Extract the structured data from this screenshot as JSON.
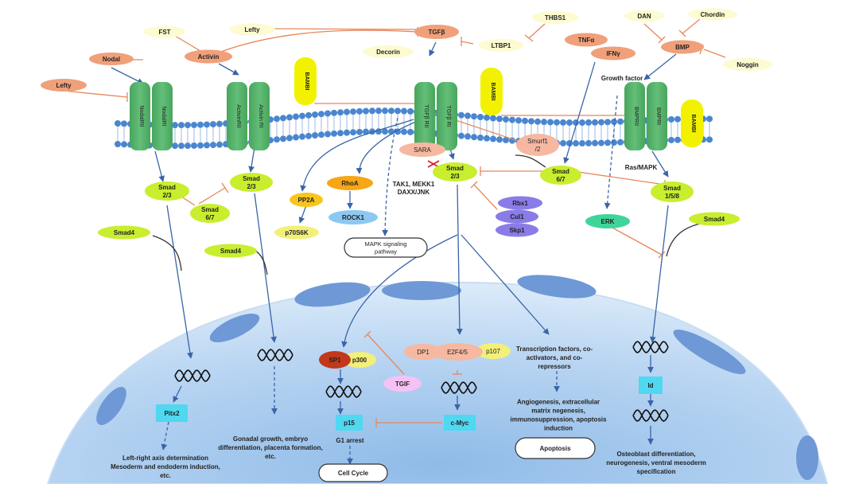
{
  "extracellular": {
    "lefty_left": "Lefty",
    "nodal": "Nodal",
    "fst": "FST",
    "lefty_top": "Lefty",
    "activin": "Activin",
    "tgfb": "TGFβ",
    "decorin": "Decorin",
    "ltbp1": "LTBP1",
    "thbs1": "THBS1",
    "tnfa": "TNFα",
    "ifng": "IFNγ",
    "dan": "DAN",
    "chordin": "Chordin",
    "bmp": "BMP",
    "noggin": "Noggin",
    "growth_factor": "Growth factor"
  },
  "receptors": {
    "nodal_rii": "NodalRII",
    "nodal_ri": "NodalRI",
    "activin_rii": "ActivinRII",
    "activin_ri": "Activin RI",
    "bambi": "BAMBI",
    "tgfb_rii": "TGFβ RII",
    "tgfb_ri": "TGFβ RI",
    "bmp_rii": "BMPRII",
    "bmp_ri": "BMPRI"
  },
  "cytoplasm": {
    "smad23_a": [
      "Smad",
      "2/3"
    ],
    "smad67_a": [
      "Smad",
      "6/7"
    ],
    "smad23_b": [
      "Smad",
      "2/3"
    ],
    "smad4_a": "Smad4",
    "smad4_b": "Smad4",
    "pp2a": "PP2A",
    "p70s6k": "p70S6K",
    "rhoa": "RhoA",
    "rock1": "ROCK1",
    "mapk_path": [
      "MAPK signaling",
      "pathway"
    ],
    "sara": "SARA",
    "smad23_c": [
      "Smad",
      "2/3"
    ],
    "tak1": [
      "TAK1, MEKK1",
      "DAXX/JNK"
    ],
    "smurf": [
      "Smurf1",
      "/2"
    ],
    "smad67_b": [
      "Smad",
      "6/7"
    ],
    "rbx1": "Rbx1",
    "cul1": "Cul1",
    "skp1": "Skp1",
    "rasmapk": "Ras/MAPK",
    "smad158": [
      "Smad",
      "1/5/8"
    ],
    "erk": "ERK",
    "smad4_c": "Smad4"
  },
  "nucleus": {
    "pitx2": "Pitx2",
    "left_right": [
      "Left-right axis determination",
      "Mesoderm and endoderm induction,",
      "etc."
    ],
    "gonadal": [
      "Gonadal growth, embryo",
      "differentiation, placenta formation,",
      "etc."
    ],
    "sp1": "SP1",
    "p300": "p300",
    "tgif": "TGIF",
    "p15": "p15",
    "g1_arrest": "G1 arrest",
    "cell_cycle": "Cell Cycle",
    "dp1": "DP1",
    "e2f45": "E2F4/5",
    "p107": "p107",
    "cmyc": "c-Myc",
    "tf": [
      "Transcription factors, co-",
      "activators, and co-",
      "repressors"
    ],
    "angio": [
      "Angiogenesis, extracellular",
      "matrix negenesis,",
      "immunosuppression, apoptosis",
      "induction"
    ],
    "apoptosis": "Apoptosis",
    "id": "Id",
    "osteo": [
      "Osteoblast differentiation,",
      "neurogenesis, ventral mesoderm",
      "specification"
    ]
  },
  "colors": {
    "salmon": "#f0a07a",
    "cream": "#fdfbd0",
    "receptor": "#56b36b",
    "bambi": "#f2f200",
    "smad": "#c8ee2e",
    "pp2a": "#f7c51e",
    "p70": "#f3f07a",
    "rhoa": "#f6a616",
    "rock1": "#8cc8f2",
    "purple": "#8a7ce8",
    "cyan": "#4fd8f0",
    "erk": "#3fd49a",
    "tgif": "#f5c2f5",
    "sp1": "#c0391b",
    "arrow": "#3a64a8",
    "inhibit": "#e8875a",
    "membrane": "#4a86cf"
  }
}
